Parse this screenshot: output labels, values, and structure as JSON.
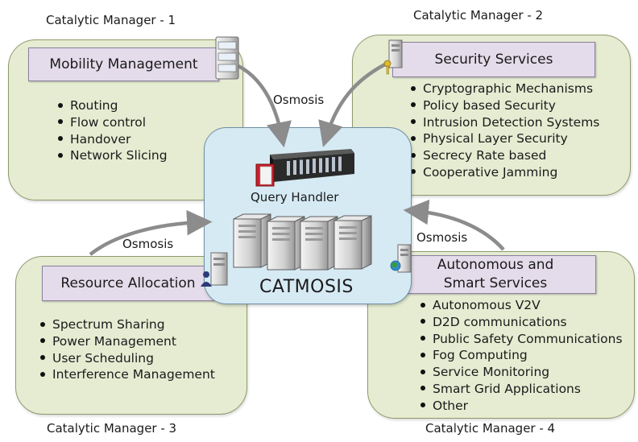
{
  "managers": {
    "m1": {
      "label": "Catalytic Manager - 1",
      "title": "Mobility Management",
      "items": [
        "Routing",
        "Flow control",
        "Handover",
        "Network Slicing"
      ]
    },
    "m2": {
      "label": "Catalytic Manager - 2",
      "title": "Security Services",
      "items": [
        "Cryptographic Mechanisms",
        "Policy based Security",
        "Intrusion Detection Systems",
        "Physical Layer Security",
        "Secrecy Rate based",
        "Cooperative Jamming"
      ]
    },
    "m3": {
      "label": "Catalytic Manager - 3",
      "title": "Resource Allocation",
      "items": [
        "Spectrum Sharing",
        "Power Management",
        "User Scheduling",
        "Interference Management"
      ]
    },
    "m4": {
      "label": "Catalytic Manager - 4",
      "title_line1": "Autonomous and",
      "title_line2": "Smart Services",
      "items": [
        "Autonomous V2V",
        "D2D communications",
        "Public Safety Communications",
        "Fog Computing",
        "Service Monitoring",
        "Smart Grid Applications",
        "Other"
      ]
    }
  },
  "center": {
    "query_label": "Query Handler",
    "name": "CATMOSIS"
  },
  "osmosis": {
    "top": "Osmosis",
    "left": "Osmosis",
    "right": "Osmosis"
  },
  "colors": {
    "panel_fill": "#e5ecd2",
    "title_fill": "#e4dcea",
    "center_fill": "#d6eaf4",
    "arrow": "#8c8c8c"
  }
}
